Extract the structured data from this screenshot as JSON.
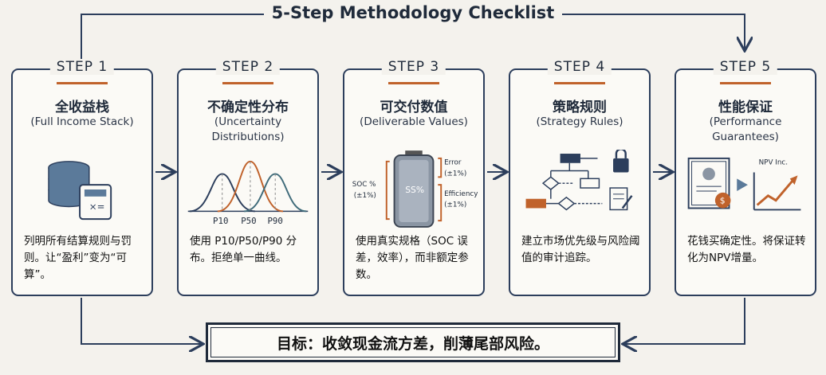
{
  "title": "5-Step Methodology Checklist",
  "steps": [
    {
      "step": "STEP 1",
      "title_cn": "全收益栈",
      "title_en": "(Full Income Stack)",
      "desc": "列明所有结算规则与罚则。让“盈利”变为“可算”。",
      "icon": "database-calculator-icon"
    },
    {
      "step": "STEP 2",
      "title_cn": "不确定性分布",
      "title_en": "(Uncertainty Distributions)",
      "desc": "使用 P10/P50/P90 分布。拒绝单一曲线。",
      "icon": "distribution-curves-icon",
      "labels": {
        "p10": "P10",
        "p50": "P50",
        "p90": "P90"
      }
    },
    {
      "step": "STEP 3",
      "title_cn": "可交付数值",
      "title_en": "(Deliverable Values)",
      "desc": "使用真实规格（SOC 误差，效率），而非额定参数。",
      "icon": "battery-icon",
      "labels": {
        "battery": "SS%",
        "soc": "SOC %",
        "soc_tol": "(±1%)",
        "error": "Error",
        "error_tol": "(±1%)",
        "efficiency": "Efficiency",
        "efficiency_tol": "(±1%)"
      }
    },
    {
      "step": "STEP 4",
      "title_cn": "策略规则",
      "title_en": "(Strategy Rules)",
      "desc": "建立市场优先级与风险阈值的审计追踪。",
      "icon": "flowchart-lock-icon"
    },
    {
      "step": "STEP 5",
      "title_cn": "性能保证",
      "title_en": "(Performance Guarantees)",
      "desc": "花钱买确定性。将保证转化为NPV增量。",
      "icon": "certificate-chart-icon",
      "labels": {
        "npv": "NPV Inc."
      }
    }
  ],
  "goal": "目标：收敛现金流方差，削薄尾部风险。",
  "colors": {
    "navy": "#2c3e5c",
    "orange": "#c0622b",
    "teal": "#3f6b7a",
    "background": "#f4f2ed"
  }
}
